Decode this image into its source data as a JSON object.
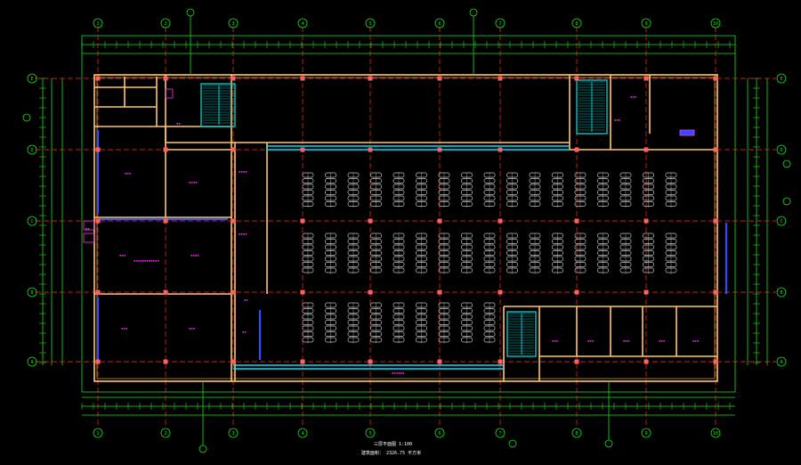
{
  "drawing": {
    "colors": {
      "background": "#000000",
      "grid_axis": "#ff3030",
      "dimension": "#18e018",
      "wall": "#ffc864",
      "glazing": "#00e0ff",
      "room_label": "#ff30ff",
      "stair": "#00c8c8",
      "furniture": "#c0c0c0",
      "blue_wall": "#3050ff",
      "text_white": "#ffffff"
    },
    "column_axes": [
      "1",
      "2",
      "3",
      "4",
      "5",
      "6",
      "7",
      "8",
      "9",
      "10"
    ],
    "row_axes": [
      "A",
      "B",
      "C",
      "D",
      "E"
    ],
    "title_line1": "三层平面图  1:100",
    "title_line2": "建筑面积：  2326.75    平方米"
  }
}
